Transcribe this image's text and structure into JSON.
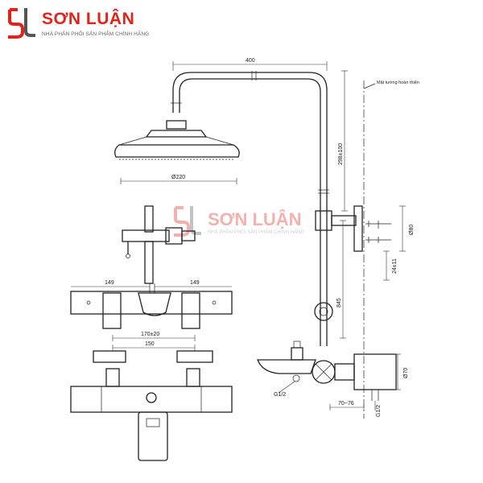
{
  "logo": {
    "brand": "SƠN LUẬN",
    "tagline": "NHÀ PHÂN PHỐI SẢN PHẨM CHÍNH HÃNG",
    "red": "#e2231a"
  },
  "watermark": {
    "brand": "SƠN LUẬN",
    "tagline": "NHÀ PHÂN PHỐI SẢN PHẨM CHÍNH HÃNG"
  },
  "dimensions": {
    "width_400": "400",
    "diameter_220": "Ø220",
    "height_298": "298±100",
    "wall_label": "Mặt tường hoàn thiện",
    "diameter_80": "Ø80",
    "gap_24": "24±11",
    "height_845": "845",
    "diameter_70": "Ø70",
    "inlet_right": "G1/2",
    "inlet_left": "G1/2",
    "offset_70_76": "70~76",
    "left_149": "149",
    "right_149": "149",
    "span_170": "170±20",
    "span_150": "150"
  }
}
